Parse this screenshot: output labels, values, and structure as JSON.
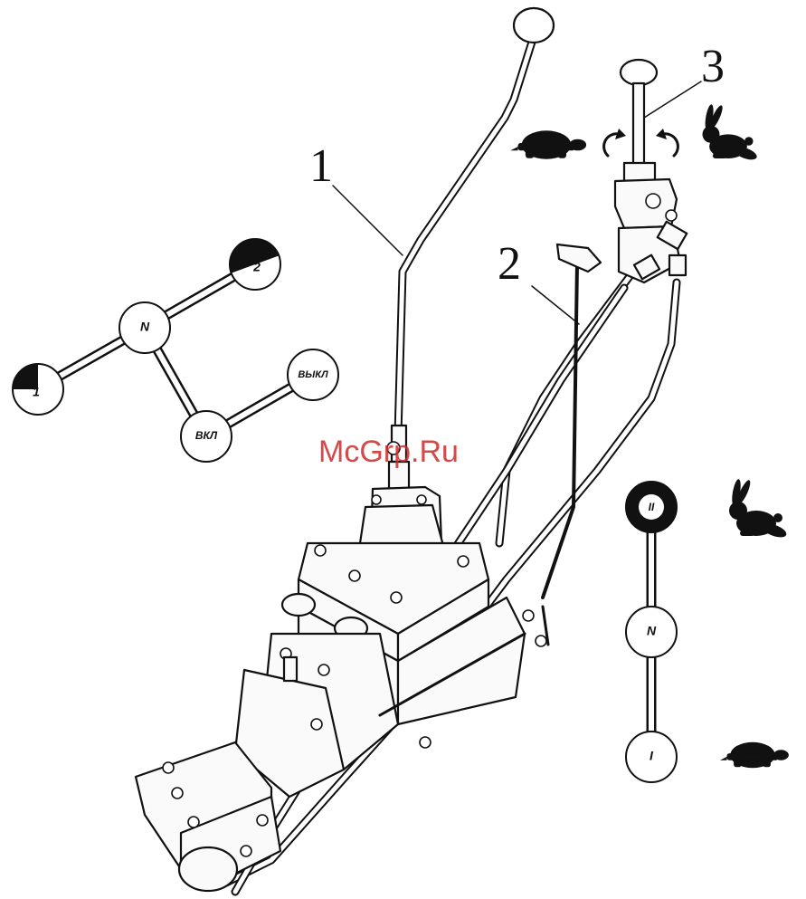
{
  "callouts": {
    "lever_1": "1",
    "lever_2": "2",
    "lever_3": "3"
  },
  "gearbox_scheme": {
    "positions": {
      "first": "1",
      "neutral": "N",
      "second": "2",
      "engaged": "ВКЛ",
      "disengaged": "ВЫКЛ"
    }
  },
  "range_scheme": {
    "positions": {
      "high": "II",
      "neutral": "N",
      "low": "I"
    }
  },
  "icons": {
    "slow": "turtle-icon",
    "fast": "rabbit-icon",
    "rotate_left": "rotate-ccw-arrow-icon",
    "rotate_right": "rotate-cw-arrow-icon"
  },
  "watermark": "McGrp.Ru",
  "colors": {
    "line": "#111111",
    "watermark": "#cc2a2a"
  }
}
